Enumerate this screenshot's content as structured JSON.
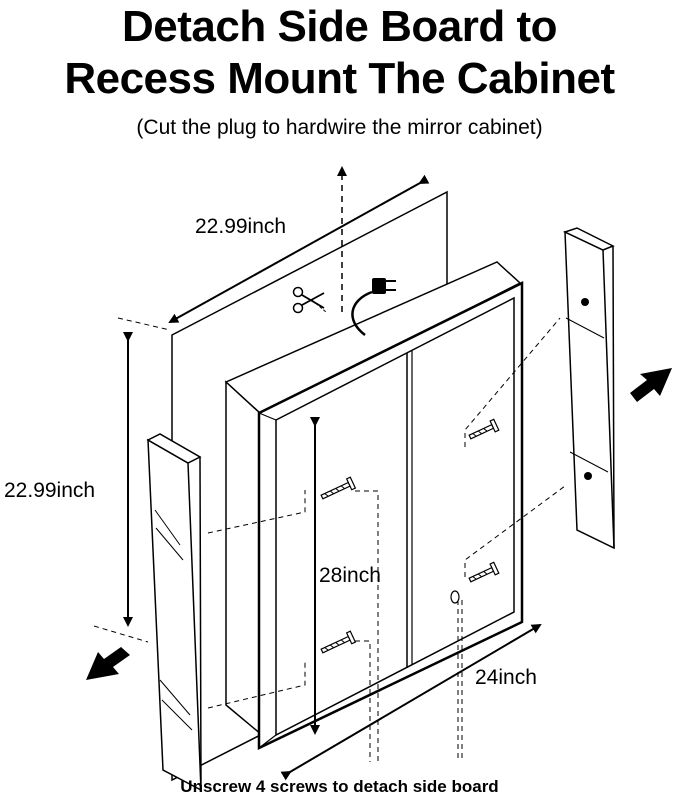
{
  "title": {
    "line1": "Detach Side Board to",
    "line2": "Recess Mount The Cabinet"
  },
  "subtitle": "(Cut the plug to hardwire the mirror cabinet)",
  "dimensions": {
    "top_width": "22.99inch",
    "left_height": "22.99inch",
    "inner_height": "28inch",
    "bottom_width": "24inch"
  },
  "footer_note": "Unscrew 4 screws to detach side board",
  "icons": [
    "scissors-icon",
    "power-plug-icon",
    "screw-icon",
    "arrow-icon"
  ],
  "colors": {
    "line": "#000000",
    "background": "#ffffff"
  }
}
